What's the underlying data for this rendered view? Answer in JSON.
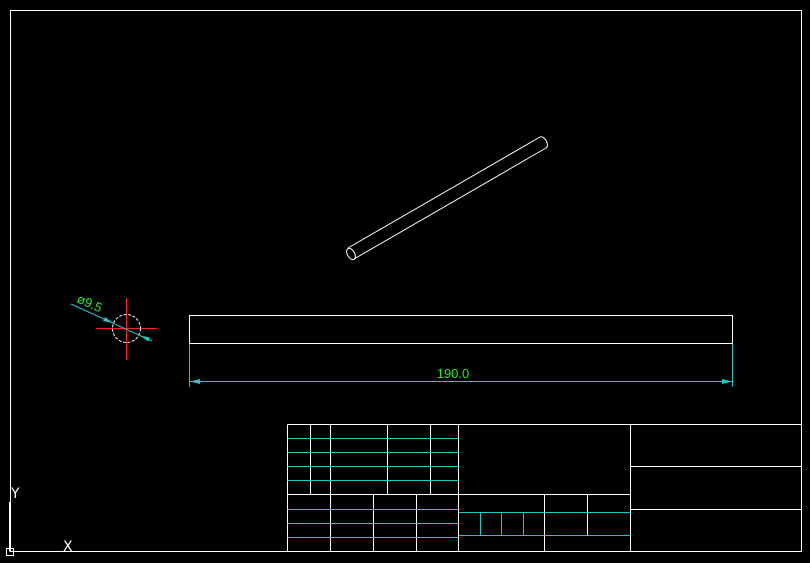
{
  "drawing": {
    "dimensions": {
      "length": "190.0",
      "diameter": "ø9.5"
    },
    "ucs": {
      "x_label": "X",
      "y_label": "Y"
    },
    "colors": {
      "background": "#000000",
      "geometry": "#ffffff",
      "dimension_lines": "#1fc7c7",
      "dimension_text": "#28e828",
      "center_marks": "#ff2020"
    }
  }
}
